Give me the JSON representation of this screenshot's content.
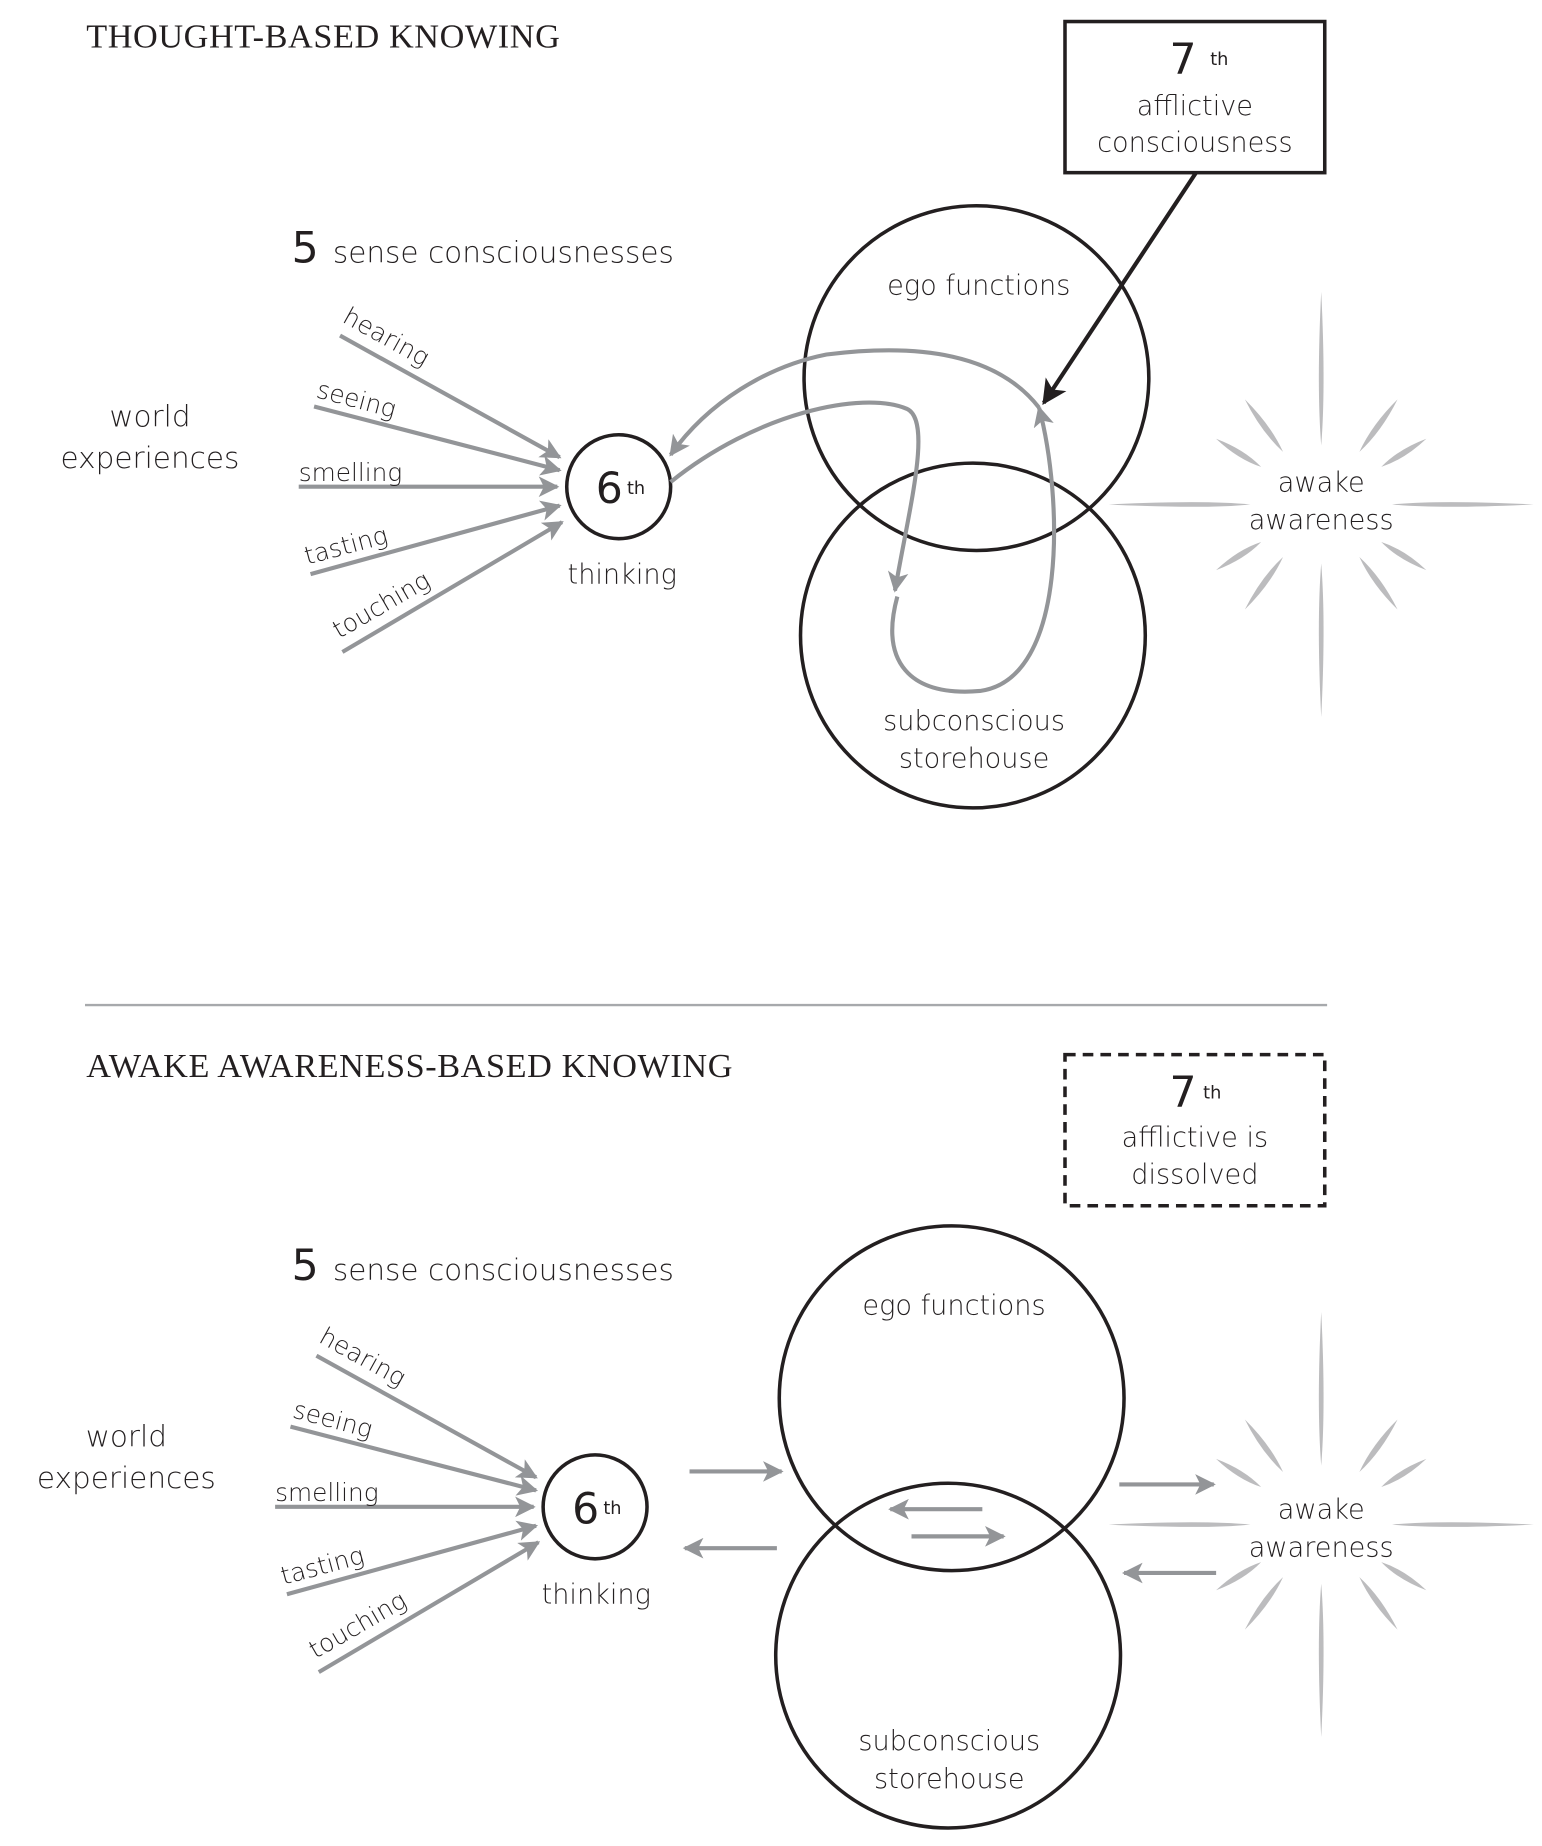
{
  "colors": {
    "ink": "#231f20",
    "arrow_gray": "#939598",
    "ray_gray": "#bcbcbe",
    "divider": "#a7a9ac"
  },
  "top": {
    "title": "THOUGHT-BASED KNOWING",
    "seventh_box": {
      "number": "7",
      "suffix": "th",
      "line1": "afflictive",
      "line2": "consciousness"
    },
    "senses_header": {
      "number": "5",
      "text": "sense consciousnesses"
    },
    "world": {
      "line1": "world",
      "line2": "experiences"
    },
    "senses": [
      "hearing",
      "seeing",
      "smelling",
      "tasting",
      "touching"
    ],
    "sixth": {
      "number": "6",
      "suffix": "th",
      "label": "thinking"
    },
    "ego": "ego functions",
    "store": {
      "line1": "subconscious",
      "line2": "storehouse"
    },
    "awake": {
      "line1": "awake",
      "line2": "awareness"
    }
  },
  "bottom": {
    "title": "AWAKE AWARENESS-BASED KNOWING",
    "seventh_box": {
      "number": "7",
      "suffix": "th",
      "line1": "afflictive is",
      "line2": "dissolved"
    },
    "senses_header": {
      "number": "5",
      "text": "sense consciousnesses"
    },
    "world": {
      "line1": "world",
      "line2": "experiences"
    },
    "senses": [
      "hearing",
      "seeing",
      "smelling",
      "tasting",
      "touching"
    ],
    "sixth": {
      "number": "6",
      "suffix": "th",
      "label": "thinking"
    },
    "ego": "ego functions",
    "store": {
      "line1": "subconscious",
      "line2": "storehouse"
    },
    "awake": {
      "line1": "awake",
      "line2": "awareness"
    }
  }
}
